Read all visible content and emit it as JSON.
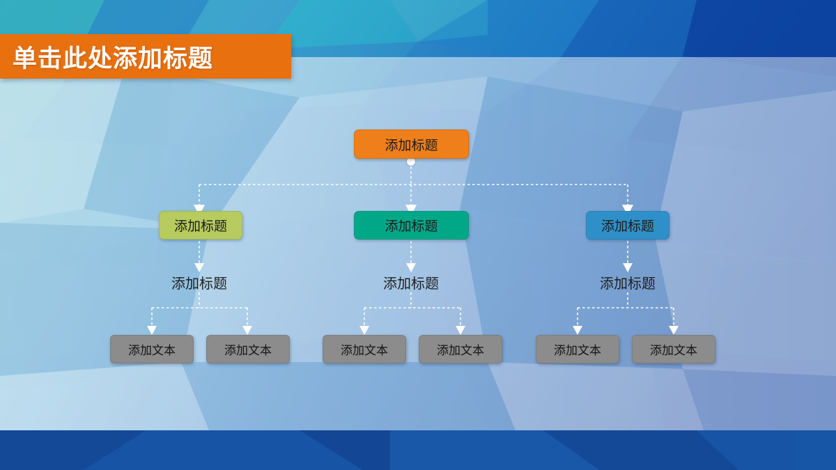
{
  "slide": {
    "title": "单击此处添加标题",
    "colors": {
      "title_banner": "#e8700f",
      "root_node": "#ef7f1a",
      "branch_green": "#b7cb5e",
      "branch_teal": "#00a887",
      "branch_blue": "#2f90c9",
      "leaf_gray": "#8c8c8c",
      "connector": "#ffffff",
      "bottom_band": "#174fa0"
    }
  },
  "diagram": {
    "root": {
      "label": "添加标题"
    },
    "branches": [
      {
        "label": "添加标题",
        "color_key": "branch_green",
        "subtitle": "添加标题",
        "leaves": [
          {
            "label": "添加文本"
          },
          {
            "label": "添加文本"
          }
        ]
      },
      {
        "label": "添加标题",
        "color_key": "branch_teal",
        "subtitle": "添加标题",
        "leaves": [
          {
            "label": "添加文本"
          },
          {
            "label": "添加文本"
          }
        ]
      },
      {
        "label": "添加标题",
        "color_key": "branch_blue",
        "subtitle": "添加标题",
        "leaves": [
          {
            "label": "添加文本"
          },
          {
            "label": "添加文本"
          }
        ]
      }
    ]
  }
}
